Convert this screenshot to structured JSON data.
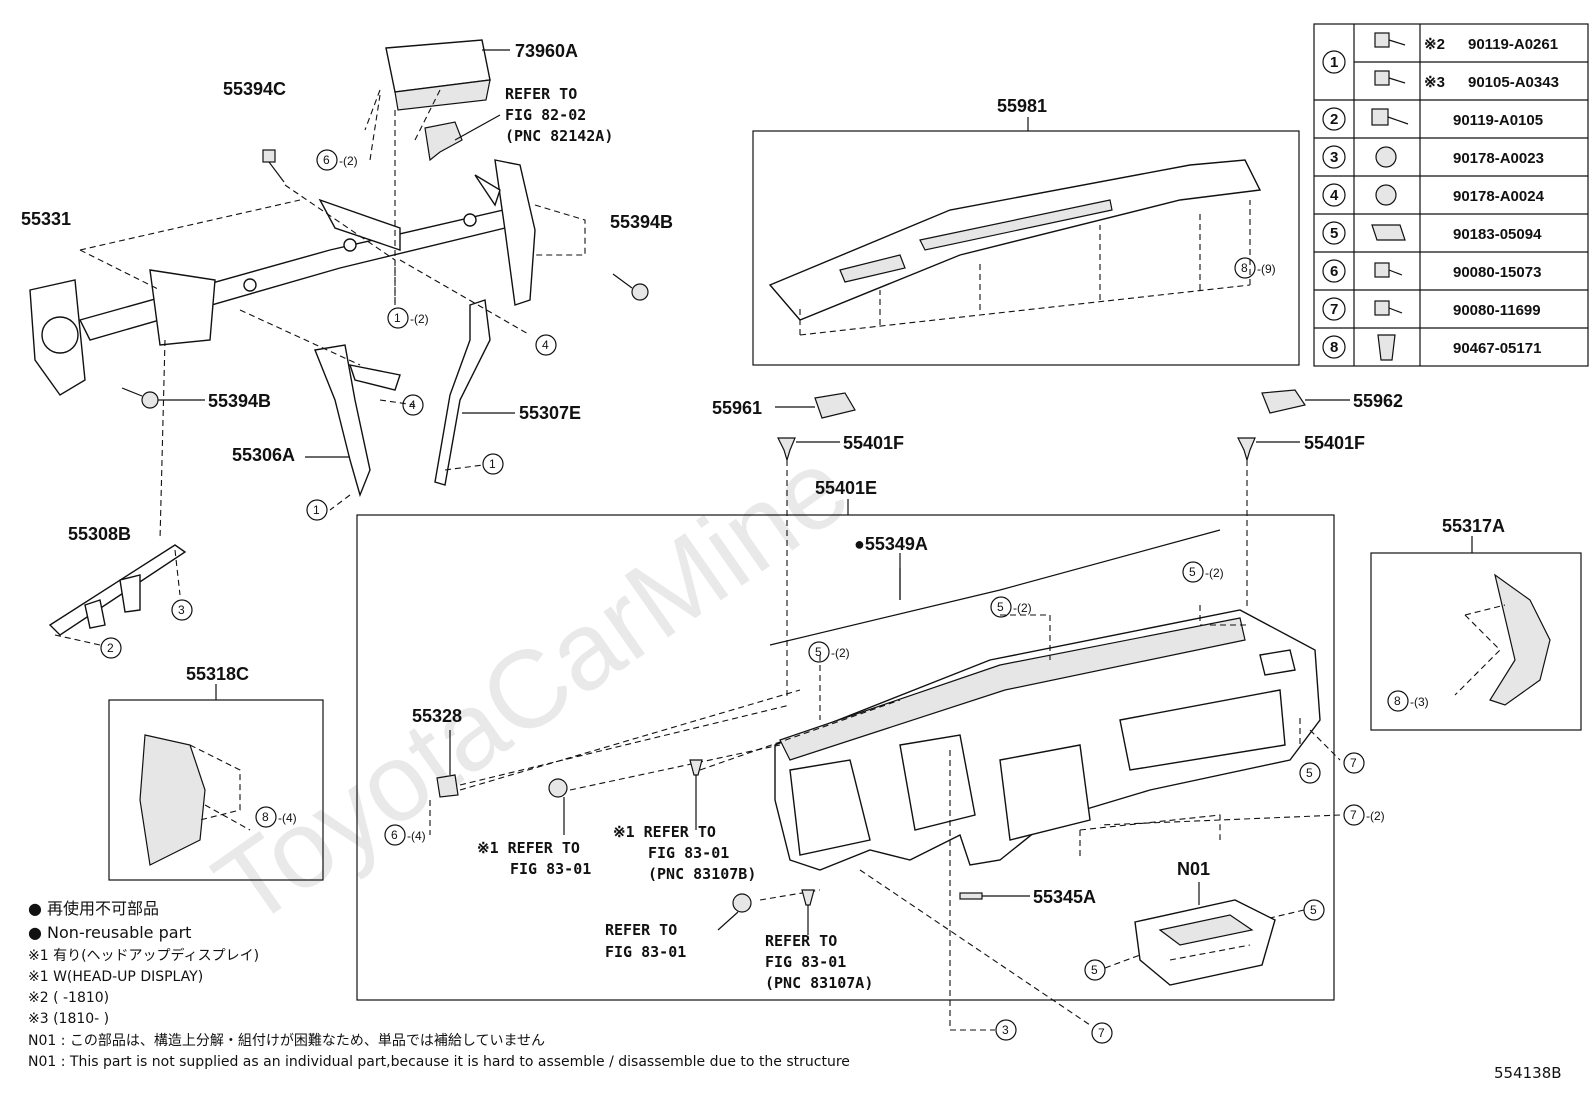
{
  "watermark": "ToyotaCarMine",
  "diagram_id": "554138B",
  "part_labels": [
    {
      "id": "p73960a",
      "text": "73960A"
    },
    {
      "id": "p55394c",
      "text": "55394C"
    },
    {
      "id": "p55331",
      "text": "55331"
    },
    {
      "id": "p55394b_top",
      "text": "55394B"
    },
    {
      "id": "p55394b_left",
      "text": "55394B"
    },
    {
      "id": "p55306a",
      "text": "55306A"
    },
    {
      "id": "p55307e",
      "text": "55307E"
    },
    {
      "id": "p55308b",
      "text": "55308B"
    },
    {
      "id": "p55318c",
      "text": "55318C"
    },
    {
      "id": "p55981",
      "text": "55981"
    },
    {
      "id": "p55961",
      "text": "55961"
    },
    {
      "id": "p55962",
      "text": "55962"
    },
    {
      "id": "p55401f_l",
      "text": "55401F"
    },
    {
      "id": "p55401f_r",
      "text": "55401F"
    },
    {
      "id": "p55401e",
      "text": "55401E"
    },
    {
      "id": "p55349a",
      "text": "●55349A"
    },
    {
      "id": "p55317a",
      "text": "55317A"
    },
    {
      "id": "p55328",
      "text": "55328"
    },
    {
      "id": "p55345a",
      "text": "55345A"
    },
    {
      "id": "pn01",
      "text": "N01"
    }
  ],
  "references": {
    "r1": [
      "REFER TO",
      "FIG 82-02",
      "(PNC 82142A)"
    ],
    "r2": [
      "※1 REFER TO",
      "FIG 83-01"
    ],
    "r3": [
      "※1 REFER TO",
      "FIG 83-01",
      "(PNC 83107B)"
    ],
    "r4": [
      "REFER TO",
      "FIG 83-01"
    ],
    "r5": [
      "REFER TO",
      "FIG 83-01",
      "(PNC 83107A)"
    ]
  },
  "callouts": [
    {
      "id": "c6_2",
      "num": "6",
      "qty": "-(2)"
    },
    {
      "id": "c1_2",
      "num": "1",
      "qty": "-(2)"
    },
    {
      "id": "c4a",
      "num": "4",
      "qty": ""
    },
    {
      "id": "c4b",
      "num": "4",
      "qty": ""
    },
    {
      "id": "c1a",
      "num": "1",
      "qty": ""
    },
    {
      "id": "c1b",
      "num": "1",
      "qty": ""
    },
    {
      "id": "c3a",
      "num": "3",
      "qty": ""
    },
    {
      "id": "c2a",
      "num": "2",
      "qty": ""
    },
    {
      "id": "c8_4",
      "num": "8",
      "qty": "-(4)"
    },
    {
      "id": "c8_9",
      "num": "8",
      "qty": "-(9)"
    },
    {
      "id": "c5_2a",
      "num": "5",
      "qty": "-(2)"
    },
    {
      "id": "c5_2b",
      "num": "5",
      "qty": "-(2)"
    },
    {
      "id": "c5_2c",
      "num": "5",
      "qty": "-(2)"
    },
    {
      "id": "c8_3",
      "num": "8",
      "qty": "-(3)"
    },
    {
      "id": "c5a",
      "num": "5",
      "qty": ""
    },
    {
      "id": "c7a",
      "num": "7",
      "qty": ""
    },
    {
      "id": "c7_2",
      "num": "7",
      "qty": "-(2)"
    },
    {
      "id": "c6_4",
      "num": "6",
      "qty": "-(4)"
    },
    {
      "id": "c5b",
      "num": "5",
      "qty": ""
    },
    {
      "id": "c5c",
      "num": "5",
      "qty": ""
    },
    {
      "id": "c3b",
      "num": "3",
      "qty": ""
    },
    {
      "id": "c7b",
      "num": "7",
      "qty": ""
    }
  ],
  "fastener_table": {
    "rows": [
      {
        "num": "1",
        "mark": "※2",
        "part": "90119-A0261"
      },
      {
        "num": "",
        "mark": "※3",
        "part": "90105-A0343"
      },
      {
        "num": "2",
        "mark": "",
        "part": "90119-A0105"
      },
      {
        "num": "3",
        "mark": "",
        "part": "90178-A0023"
      },
      {
        "num": "4",
        "mark": "",
        "part": "90178-A0024"
      },
      {
        "num": "5",
        "mark": "",
        "part": "90183-05094"
      },
      {
        "num": "6",
        "mark": "",
        "part": "90080-15073"
      },
      {
        "num": "7",
        "mark": "",
        "part": "90080-11699"
      },
      {
        "num": "8",
        "mark": "",
        "part": "90467-05171"
      }
    ]
  },
  "notes": [
    "● 再使用不可部品",
    "● Non-reusable part",
    "※1 有り(ヘッドアップディスプレイ)",
    "※1 W(HEAD-UP DISPLAY)",
    "※2 (        -1810)",
    "※3 (1810-        )",
    "N01 : この部品は、構造上分解・組付けが困難なため、単品では補給していません",
    "N01 : This part is not supplied as an individual part,because it is hard to assemble / disassemble due to the structure"
  ]
}
